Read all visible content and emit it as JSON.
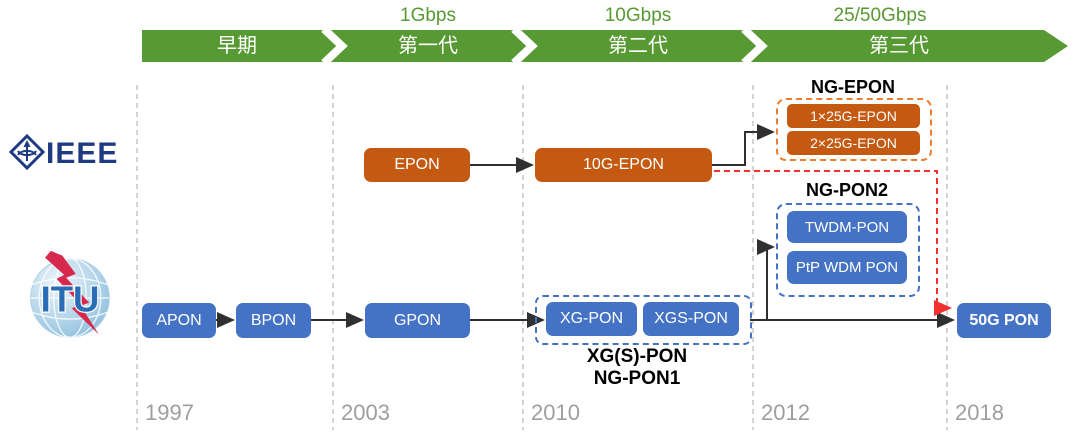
{
  "colors": {
    "green": "#579a33",
    "orange": "#c45911",
    "orange_border": "#ed7d31",
    "blue": "#4472c4",
    "red": "#f23030"
  },
  "timeline": {
    "speeds": [
      "1Gbps",
      "10Gbps",
      "25/50Gbps"
    ],
    "generations": [
      "早期",
      "第一代",
      "第二代",
      "第三代"
    ],
    "years": [
      "1997",
      "2003",
      "2010",
      "2012",
      "2018"
    ]
  },
  "orgs": {
    "ieee": "IEEE",
    "itu": "ITU"
  },
  "ieee_track": {
    "epon": "EPON",
    "epon_10g": "10G-EPON",
    "ng_epon": {
      "title": "NG-EPON",
      "items": [
        "1×25G-EPON",
        "2×25G-EPON"
      ]
    }
  },
  "itu_track": {
    "apon": "APON",
    "bpon": "BPON",
    "gpon": "GPON",
    "xg_group": {
      "items": [
        "XG-PON",
        "XGS-PON"
      ],
      "labels": [
        "XG(S)-PON",
        "NG-PON1"
      ]
    },
    "ng_pon2": {
      "title": "NG-PON2",
      "items": [
        "TWDM-PON",
        "PtP WDM PON"
      ]
    },
    "pon_50g": "50G PON"
  }
}
